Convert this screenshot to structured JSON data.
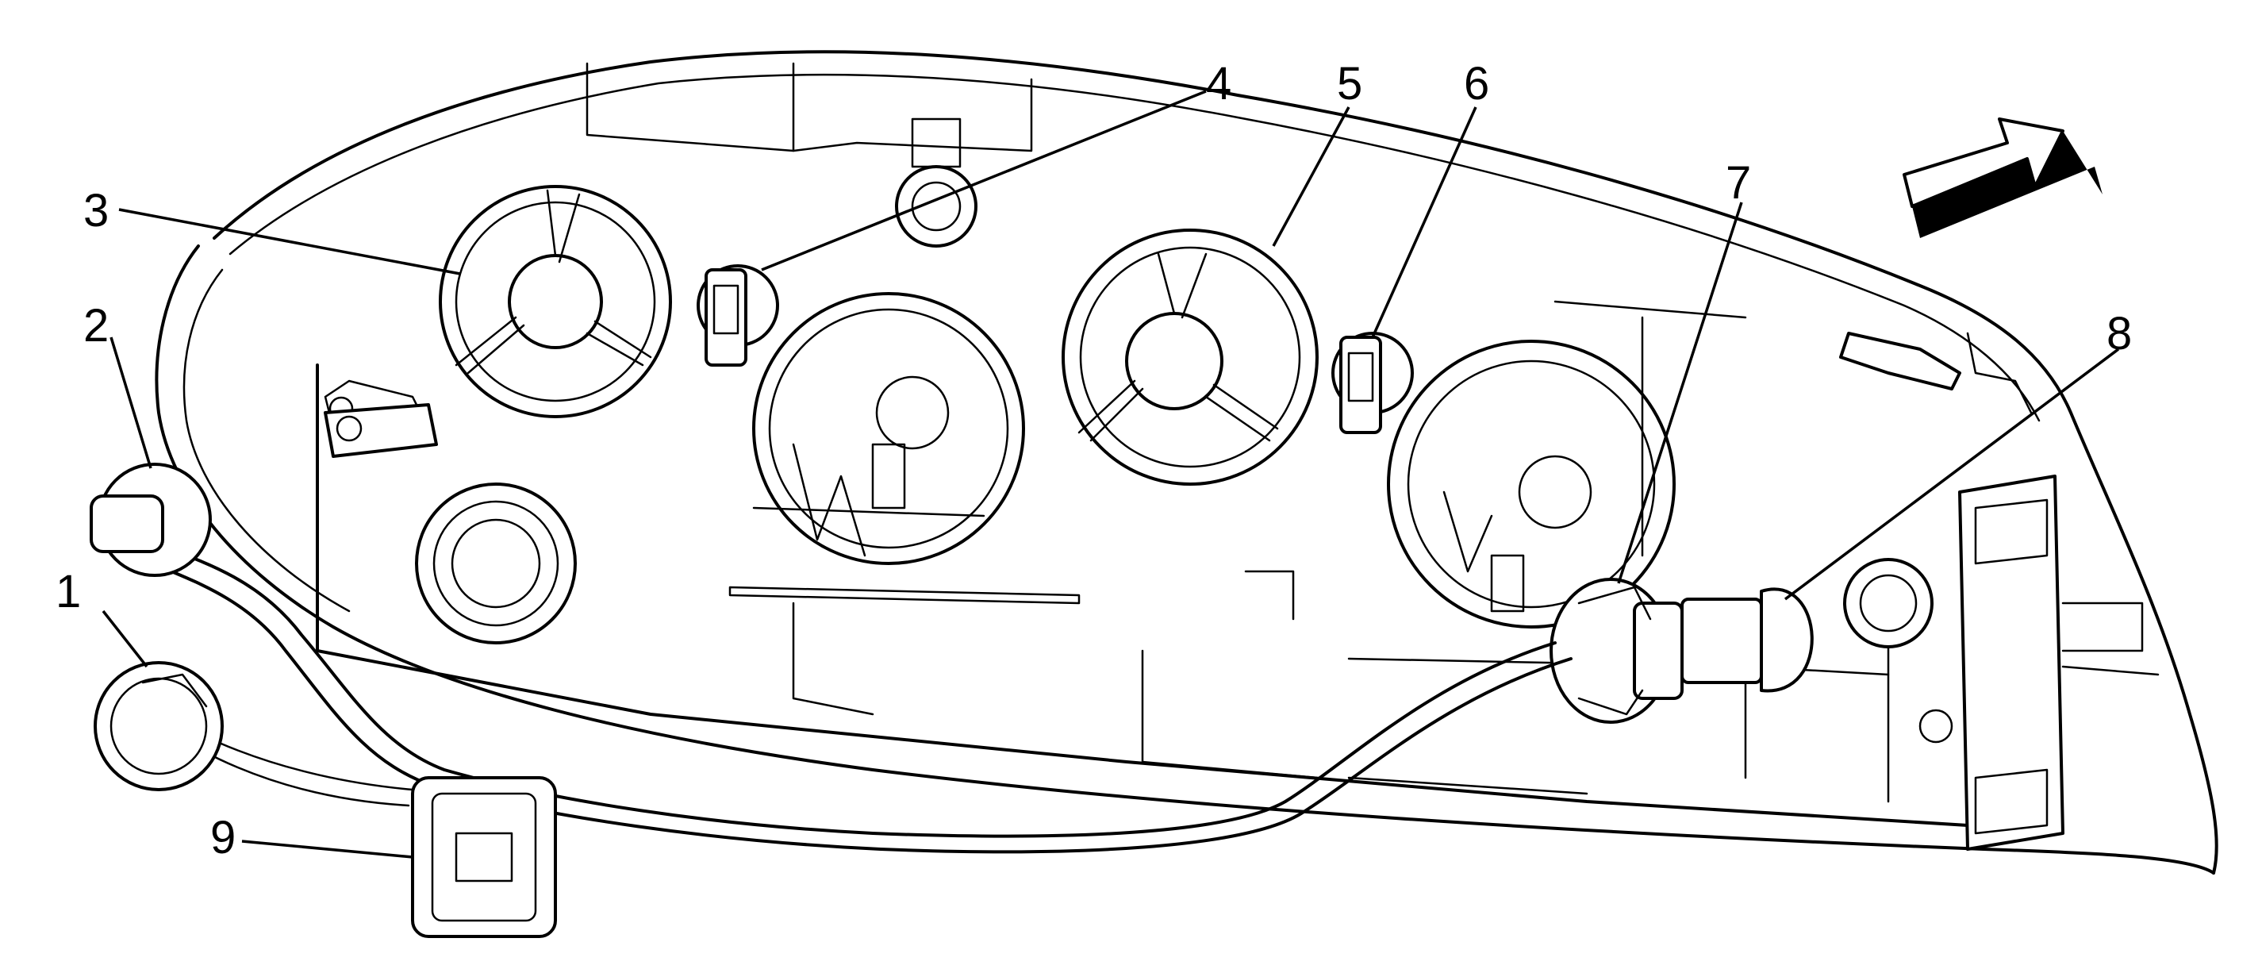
{
  "callouts": [
    {
      "id": "1",
      "label": "1",
      "part": "harness-bulb-socket"
    },
    {
      "id": "2",
      "label": "2",
      "part": "harness-bulb-socket"
    },
    {
      "id": "3",
      "label": "3",
      "part": "bulb-access-cover"
    },
    {
      "id": "4",
      "label": "4",
      "part": "bulb-socket"
    },
    {
      "id": "5",
      "label": "5",
      "part": "bulb-access-cover"
    },
    {
      "id": "6",
      "label": "6",
      "part": "bulb-socket"
    },
    {
      "id": "7",
      "label": "7",
      "part": "bulb-socket"
    },
    {
      "id": "8",
      "label": "8",
      "part": "bulb"
    },
    {
      "id": "9",
      "label": "9",
      "part": "harness-connector"
    }
  ],
  "colors": {
    "line": "#000000",
    "background": "#ffffff",
    "arrow_side": "#000000"
  },
  "icons": {
    "direction_arrow": "front-direction-arrow-icon"
  }
}
